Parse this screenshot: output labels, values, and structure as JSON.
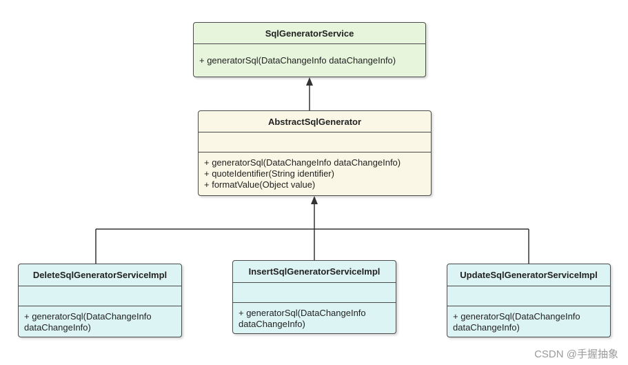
{
  "classes": {
    "service": {
      "name": "SqlGeneratorService",
      "methods": [
        "+ generatorSql(DataChangeInfo dataChangeInfo)"
      ]
    },
    "abstract": {
      "name": "AbstractSqlGenerator",
      "methods": [
        "+ generatorSql(DataChangeInfo dataChangeInfo)",
        "+ quoteIdentifier(String identifier)",
        "+ formatValue(Object value)"
      ]
    },
    "delete": {
      "name": "DeleteSqlGeneratorServiceImpl",
      "methods": [
        "+ generatorSql(DataChangeInfo",
        "dataChangeInfo)"
      ]
    },
    "insert": {
      "name": "InsertSqlGeneratorServiceImpl",
      "methods": [
        "+ generatorSql(DataChangeInfo",
        "dataChangeInfo)"
      ]
    },
    "update": {
      "name": "UpdateSqlGeneratorServiceImpl",
      "methods": [
        "+ generatorSql(DataChangeInfo",
        "dataChangeInfo)"
      ]
    }
  },
  "colors": {
    "interface_fill": "#e6f5dc",
    "abstract_fill": "#fbf7e6",
    "impl_fill": "#ddf4f4",
    "border": "#4a4a4a"
  },
  "watermark": "CSDN @手握抽象"
}
